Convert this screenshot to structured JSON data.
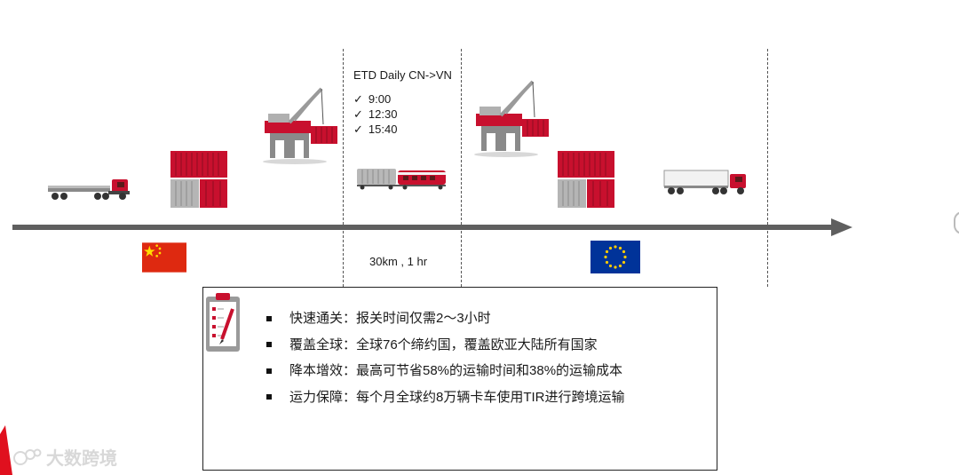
{
  "timeline": {
    "schedule_title": "ETD Daily CN->VN",
    "check_mark": "✓",
    "departures": [
      "9:00",
      "12:30",
      "15:40"
    ],
    "distance_label": "30km , 1 hr"
  },
  "flags": {
    "origin": "china-flag",
    "destination": "eu-flag"
  },
  "benefits": [
    {
      "label": "快速通关：报关时间仅需2～3小时"
    },
    {
      "label": "覆盖全球：全球76个缔约国，覆盖欧亚大陆所有国家"
    },
    {
      "label": "降本增效：最高可节省58%的运输时间和38%的运输成本"
    },
    {
      "label": "运力保障：每个月全球约8万辆卡车使用TIR进行跨境运输"
    }
  ],
  "watermark": {
    "text": "大数跨境"
  },
  "colors": {
    "accent_red": "#c8102e",
    "arrow_gray": "#5f5f5f",
    "eu_blue": "#003399",
    "cn_red": "#de2910"
  }
}
